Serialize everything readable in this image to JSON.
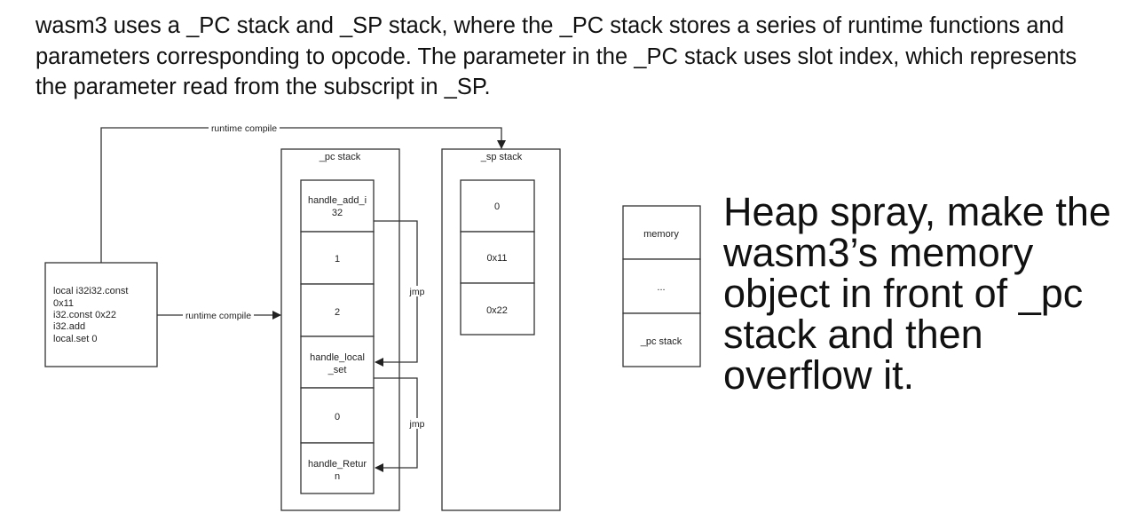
{
  "intro_text": "wasm3 uses a _PC stack and _SP stack, where the _PC stack stores a series of runtime functions and parameters corresponding to opcode. The parameter in the _PC stack uses slot index, which represents the parameter read from the subscript in _SP.",
  "source_code": {
    "lines": [
      "local i32i32.const",
      "0x11",
      "i32.const 0x22",
      "i32.add",
      "local.set 0"
    ]
  },
  "arrows": {
    "runtime_compile_top": "runtime compile",
    "runtime_compile_mid": "runtime compile",
    "jmp_1": "jmp",
    "jmp_2": "jmp"
  },
  "pc_stack": {
    "title": "_pc stack",
    "cells": [
      [
        "handle_add_i",
        "32"
      ],
      [
        "1"
      ],
      [
        "2"
      ],
      [
        "handle_local",
        "_set"
      ],
      [
        "0"
      ],
      [
        "handle_Retur",
        "n"
      ]
    ]
  },
  "sp_stack": {
    "title": "_sp stack",
    "cells": [
      "0",
      "0x11",
      "0x22"
    ]
  },
  "memory_stack": {
    "cells": [
      "memory",
      "...",
      "_pc stack"
    ]
  },
  "heap_spray_text": "Heap spray, make the wasm3’s memory object in front of _pc stack and then overflow it."
}
